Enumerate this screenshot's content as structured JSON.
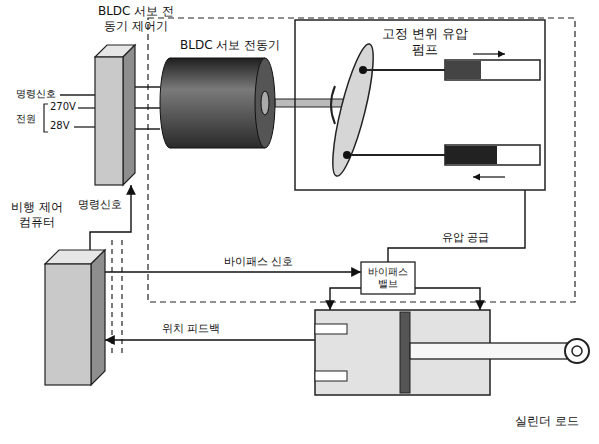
{
  "diagram": {
    "nodes": [
      {
        "text": [
          "BLDC 서보 전동기 제어기"
        ]
      },
      {
        "text": [
          "BLDC 서보 전동기"
        ]
      },
      {
        "text": [
          "고정 변위 유압 펌프"
        ]
      },
      {
        "text": [
          "비행 제어 컴퓨터"
        ]
      },
      {
        "text": [
          "바이패스 밸브"
        ]
      },
      {
        "text": [
          "실린더 로드"
        ]
      }
    ],
    "edges": [
      {
        "from": 0,
        "to": 1,
        "arrow": "none"
      },
      {
        "from": 3,
        "to": 0,
        "label": "명령신호",
        "arrow": "to"
      },
      {
        "from": 3,
        "to": 4,
        "label": "바이패스 신호",
        "arrow": "to"
      },
      {
        "from": 2,
        "to": 4,
        "label": "유압 공급",
        "arrow": "none"
      },
      {
        "from": 4,
        "to": 5,
        "arrow": "to"
      },
      {
        "from": 5,
        "to": 3,
        "label": "위치 피드백",
        "arrow": "to"
      }
    ],
    "labels": [
      "명령신호",
      "전원",
      "270V",
      "28V"
    ]
  }
}
